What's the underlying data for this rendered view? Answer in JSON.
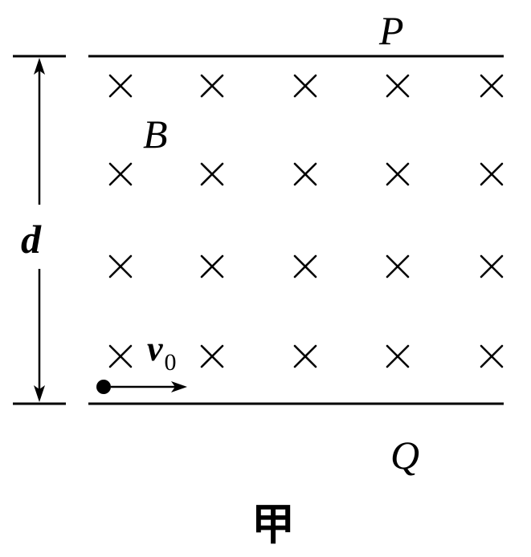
{
  "labels": {
    "plate_top": "P",
    "plate_bottom": "Q",
    "field": "B",
    "separation": "d",
    "velocity_symbol": "v",
    "velocity_subscript": "0",
    "caption": "甲"
  },
  "field_marks": {
    "symbol": "×",
    "rows": 4,
    "columns": 5
  },
  "colors": {
    "ink": "#000000",
    "background": "#ffffff"
  }
}
